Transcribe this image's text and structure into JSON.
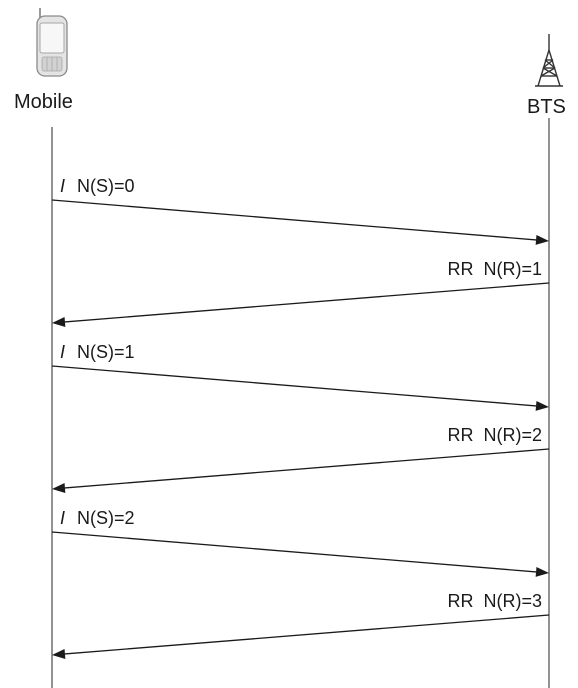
{
  "participants": {
    "left": {
      "label": "Mobile",
      "icon": "mobile-phone-icon"
    },
    "right": {
      "label": "BTS",
      "icon": "radio-tower-icon"
    }
  },
  "messages": [
    {
      "direction": "left-to-right",
      "frame": "I",
      "field": "N(S)=0"
    },
    {
      "direction": "right-to-left",
      "frame": "RR",
      "field": "N(R)=1"
    },
    {
      "direction": "left-to-right",
      "frame": "I",
      "field": "N(S)=1"
    },
    {
      "direction": "right-to-left",
      "frame": "RR",
      "field": "N(R)=2"
    },
    {
      "direction": "left-to-right",
      "frame": "I",
      "field": "N(S)=2"
    },
    {
      "direction": "right-to-left",
      "frame": "RR",
      "field": "N(R)=3"
    }
  ]
}
